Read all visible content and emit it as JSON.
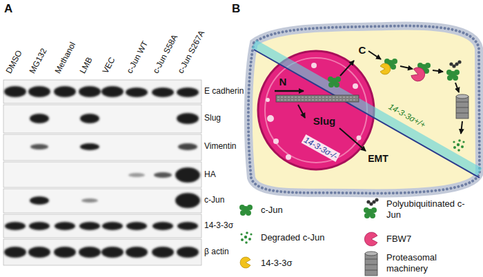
{
  "diagram": {
    "nodes": [
      {
        "text": [
          "C",
          "14-3-3σ+/+",
          "EMT"
        ]
      },
      {
        "text": [
          "N",
          "Slug",
          "14-3-3σ-/-"
        ],
        "in": 0
      }
    ],
    "labels": [
      "A",
      "DMSO",
      "MG132",
      "Methanol",
      "LMB",
      "VEC",
      "c-Jun WT",
      "c-Jun S58A",
      "c-Jun S267A",
      "E cadherin",
      "Slug",
      "Vimentin",
      "HA",
      "c-Jun",
      "14-3-3σ",
      "β actin",
      "B"
    ],
    "legend": [
      {
        "text": "c-Jun"
      },
      {
        "text": "Degraded c-Jun"
      },
      {
        "text": "14-3-3σ"
      },
      {
        "text": "Polyubiquitinated c-Jun"
      },
      {
        "text": "FBW7"
      },
      {
        "text": "Proteasomal machinery"
      }
    ]
  }
}
